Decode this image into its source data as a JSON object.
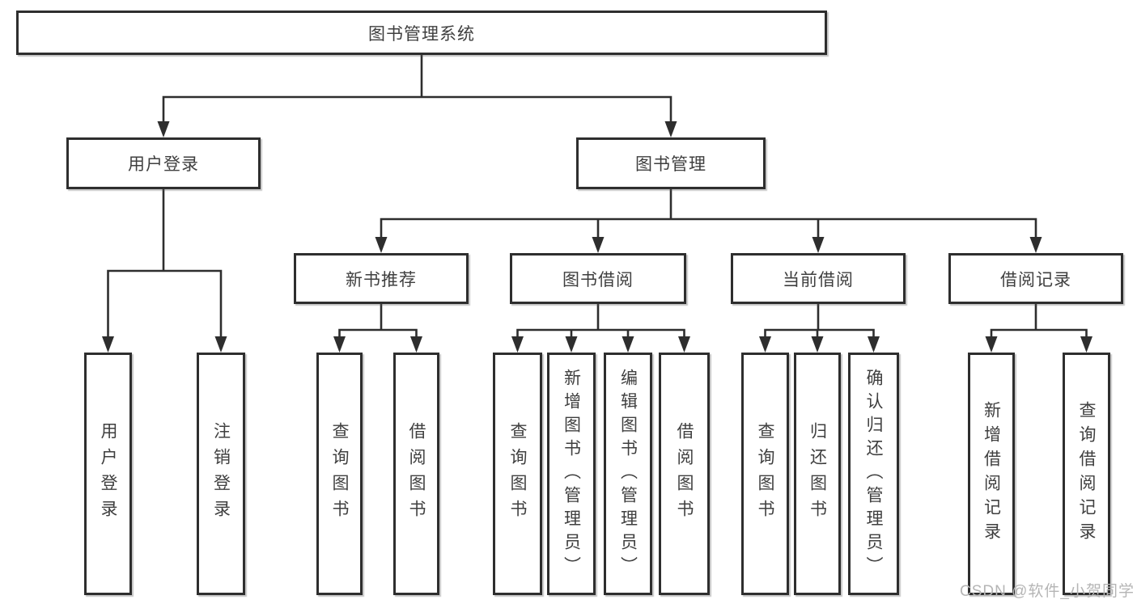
{
  "diagram": {
    "root": {
      "label": "图书管理系统"
    },
    "user_login": {
      "label": "用户登录",
      "children": [
        {
          "label": "用户登录"
        },
        {
          "label": "注销登录"
        }
      ]
    },
    "book_management": {
      "label": "图书管理",
      "sections": [
        {
          "label": "新书推荐",
          "children": [
            {
              "label": "查询图书"
            },
            {
              "label": "借阅图书"
            }
          ]
        },
        {
          "label": "图书借阅",
          "children": [
            {
              "label": "查询图书"
            },
            {
              "label": "新增图书（管理员）"
            },
            {
              "label": "编辑图书（管理员）"
            },
            {
              "label": "借阅图书"
            }
          ]
        },
        {
          "label": "当前借阅",
          "children": [
            {
              "label": "查询图书"
            },
            {
              "label": "归还图书"
            },
            {
              "label": "确认归还（管理员）"
            }
          ]
        },
        {
          "label": "借阅记录",
          "children": [
            {
              "label": "新增借阅记录"
            },
            {
              "label": "查询借阅记录"
            }
          ]
        }
      ]
    }
  },
  "watermark": {
    "text": "CSDN @软件_小贺同学"
  },
  "colors": {
    "line": "#2e2e2e",
    "text": "#3f3f3f",
    "box_background": "#ffffff",
    "page_background": "#ffffff",
    "watermark": "#b5b5b5"
  }
}
